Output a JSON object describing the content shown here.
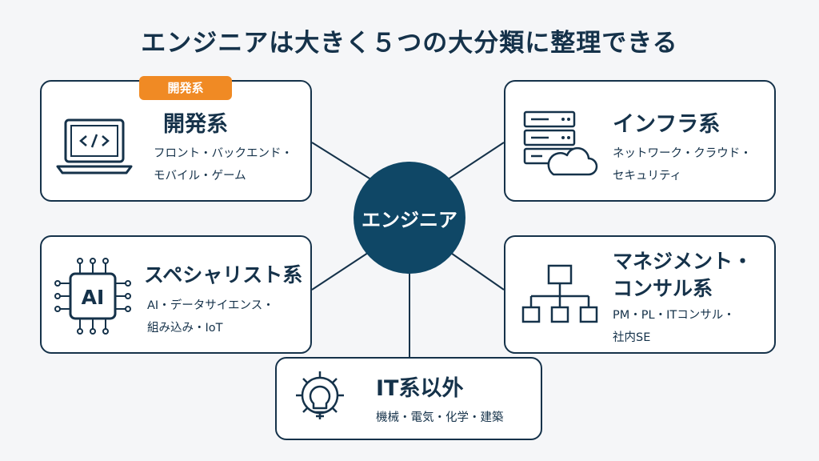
{
  "title": "エンジニアは大きく５つの大分類に整理できる",
  "hub_label": "エンジニア",
  "badge_label": "開発系",
  "colors": {
    "navy": "#15324a",
    "hub": "#0f4766",
    "badge": "#f08a24",
    "background": "#f5f6f8"
  },
  "categories": [
    {
      "id": "dev",
      "icon": "laptop-code-icon",
      "title": "開発系",
      "desc": [
        "フロント・バックエンド・",
        "モバイル・ゲーム"
      ]
    },
    {
      "id": "infra",
      "icon": "server-cloud-icon",
      "title": "インフラ系",
      "desc": [
        "ネットワーク・クラウド・",
        "セキュリティ"
      ]
    },
    {
      "id": "specialist",
      "icon": "ai-chip-icon",
      "title": "スペシャリスト系",
      "icon_label": "AI",
      "desc": [
        "AI・データサイエンス・",
        "組み込み・IoT"
      ]
    },
    {
      "id": "management",
      "icon": "org-chart-icon",
      "title_lines": [
        "マネジメント・",
        "コンサル系"
      ],
      "desc": [
        "PM・PL・ITコンサル・",
        "社内SE"
      ]
    },
    {
      "id": "non-it",
      "icon": "gear-lightbulb-icon",
      "title": "IT系以外",
      "desc": [
        "機械・電気・化学・建築"
      ]
    }
  ]
}
